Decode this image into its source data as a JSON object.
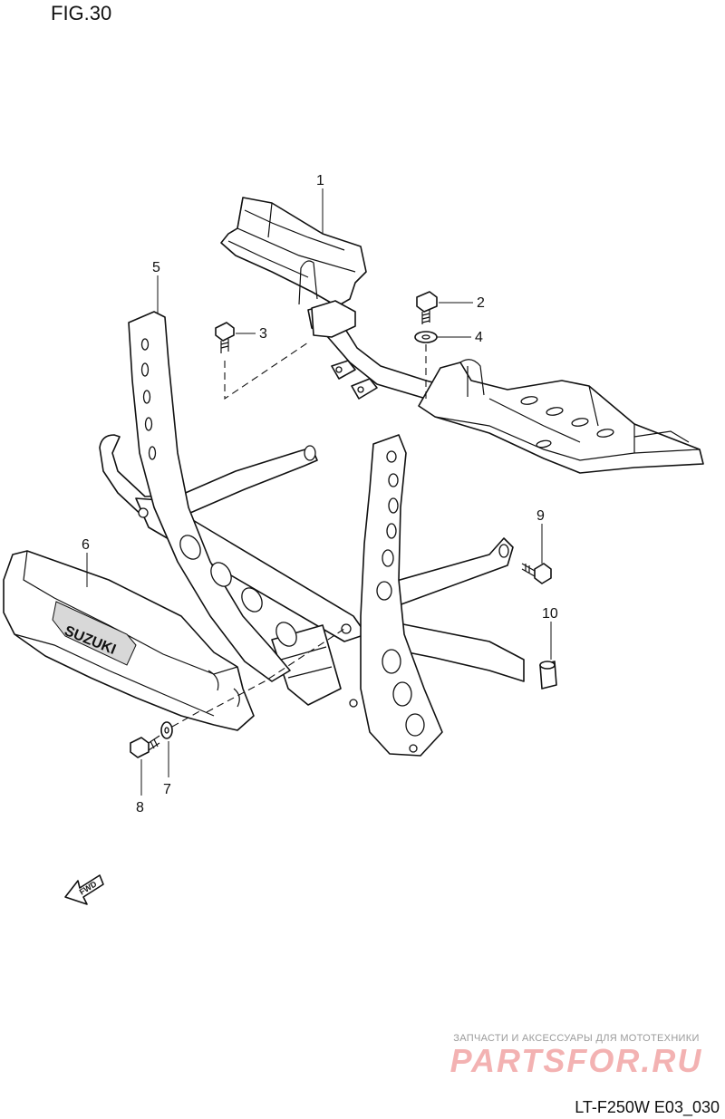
{
  "figure": {
    "title": "FIG.30",
    "code": "LT-F250W E03_030"
  },
  "callouts": [
    {
      "id": "1",
      "label": "1"
    },
    {
      "id": "2",
      "label": "2"
    },
    {
      "id": "3",
      "label": "3"
    },
    {
      "id": "4",
      "label": "4"
    },
    {
      "id": "5",
      "label": "5"
    },
    {
      "id": "6",
      "label": "6"
    },
    {
      "id": "7",
      "label": "7"
    },
    {
      "id": "8",
      "label": "8"
    },
    {
      "id": "9",
      "label": "9"
    },
    {
      "id": "10",
      "label": "10"
    }
  ],
  "guard_emblem": "SUZUKI",
  "fwd_arrow": {
    "label": "FWD",
    "icon": "fwd-arrow-icon"
  },
  "watermark": {
    "caption": "ЗАПЧАСТИ И АКСЕССУАРЫ ДЛЯ МОТОТЕХНИКИ",
    "logo": "PARTSFOR.RU"
  }
}
